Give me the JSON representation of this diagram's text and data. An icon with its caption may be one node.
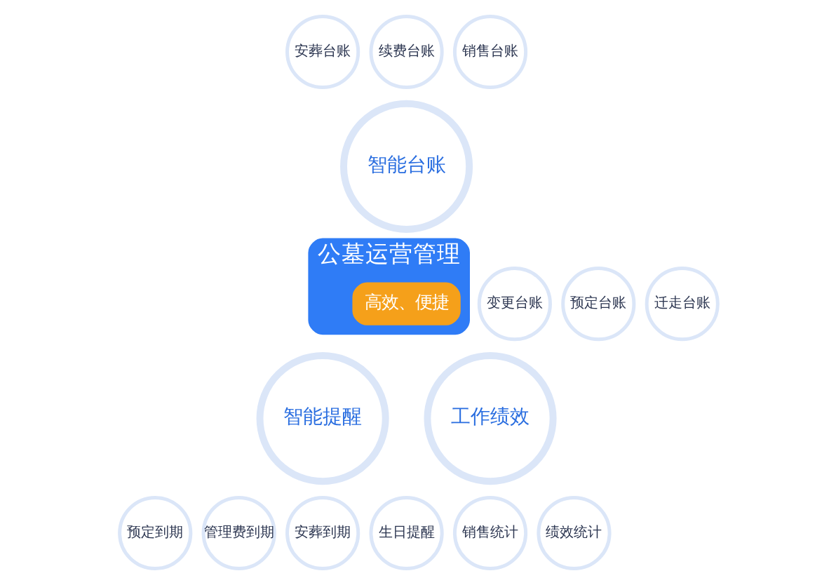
{
  "diagram": {
    "nodes": [
      {
        "text": [
          "公墓运营管理"
        ]
      },
      {
        "text": [
          "高效、便捷"
        ],
        "in": 0
      },
      {
        "text": [
          "智能台账"
        ]
      },
      {
        "text": [
          "安葬台账"
        ]
      },
      {
        "text": [
          "续费台账"
        ]
      },
      {
        "text": [
          "销售台账"
        ]
      },
      {
        "text": [
          "变更台账"
        ]
      },
      {
        "text": [
          "预定台账"
        ]
      },
      {
        "text": [
          "迁走台账"
        ]
      },
      {
        "text": [
          "智能提醒"
        ]
      },
      {
        "text": [
          "预定到期"
        ]
      },
      {
        "text": [
          "管理费到期"
        ]
      },
      {
        "text": [
          "安葬到期"
        ]
      },
      {
        "text": [
          "生日提醒"
        ]
      },
      {
        "text": [
          "工作绩效"
        ]
      },
      {
        "text": [
          "销售统计"
        ]
      },
      {
        "text": [
          "绩效统计"
        ]
      }
    ]
  }
}
